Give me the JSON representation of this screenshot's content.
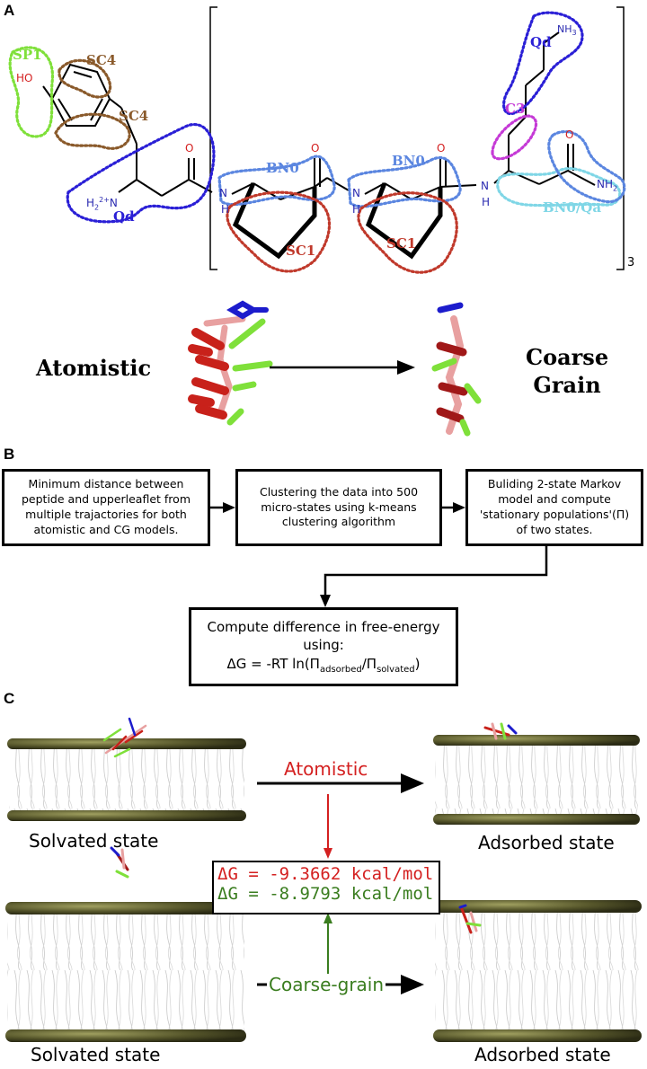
{
  "panels": {
    "a": "A",
    "b": "B",
    "c": "C"
  },
  "panel_a": {
    "cg_labels": {
      "sp1": "SP1",
      "sc4_top": "SC4",
      "sc4_mid": "SC4",
      "qd_left": "Qd",
      "bn0_1": "BN0",
      "bn0_2": "BN0",
      "sc1_1": "SC1",
      "sc1_2": "SC1",
      "qd_top": "Qd",
      "c3": "C3",
      "bn0_qa": "BN0/Qa"
    },
    "atoms": {
      "ho": "HO",
      "h2n": "H",
      "h2n_sup": "2+",
      "h2n_n": "N",
      "o1": "O",
      "o2": "O",
      "o3": "O",
      "o4": "O",
      "n1": "N",
      "h1": "H",
      "n2": "N",
      "h2": "H",
      "n3": "N",
      "h3": "H",
      "nh3_top": "NH",
      "nh3_sub": "3",
      "nh2_end": "NH",
      "nh2_sub": "2"
    },
    "repeat_subscript": "3",
    "atomistic": "Atomistic",
    "coarse_grain": [
      "Coarse",
      "Grain"
    ]
  },
  "panel_b": {
    "box1": "Minimum distance between peptide and upperleaflet from multiple trajactories for both atomistic and CG models.",
    "box2": "Clustering the data into 500 micro-states using k-means clustering algorithm",
    "box3": "Buliding 2-state Markov model and compute 'stationary populations'(Π) of two states.",
    "box4_line1": "Compute difference in free-energy",
    "box4_line2": "using:",
    "box4_eq": "ΔG = -RT ln(Π",
    "box4_sub1": "adsorbed",
    "box4_mid": "/Π",
    "box4_sub2": "solvated",
    "box4_end": ")"
  },
  "panel_c": {
    "solvated_top": "Solvated state",
    "adsorbed_top": "Adsorbed state",
    "solvated_bottom": "Solvated state",
    "adsorbed_bottom": "Adsorbed state",
    "atomistic_arrow": "Atomistic",
    "cg_arrow": "Coarse-grain",
    "dg_atomistic": "ΔG = -9.3662 kcal/mol",
    "dg_cg": "ΔG = -8.9793 kcal/mol"
  },
  "colors": {
    "sp1": "#7fe03a",
    "sc4": "#8a5a2b",
    "qd": "#2a1fd6",
    "bn0": "#5b86e0",
    "sc1": "#c0392b",
    "c3": "#c53ad6",
    "bn0_qa": "#7fd6e6",
    "atomistic": "#d42020",
    "coarse_grain": "#3a7d1f",
    "lipid_head": "#5a5a2a",
    "oxygen": "#d42020",
    "nitrogen": "#2a2ab0"
  }
}
